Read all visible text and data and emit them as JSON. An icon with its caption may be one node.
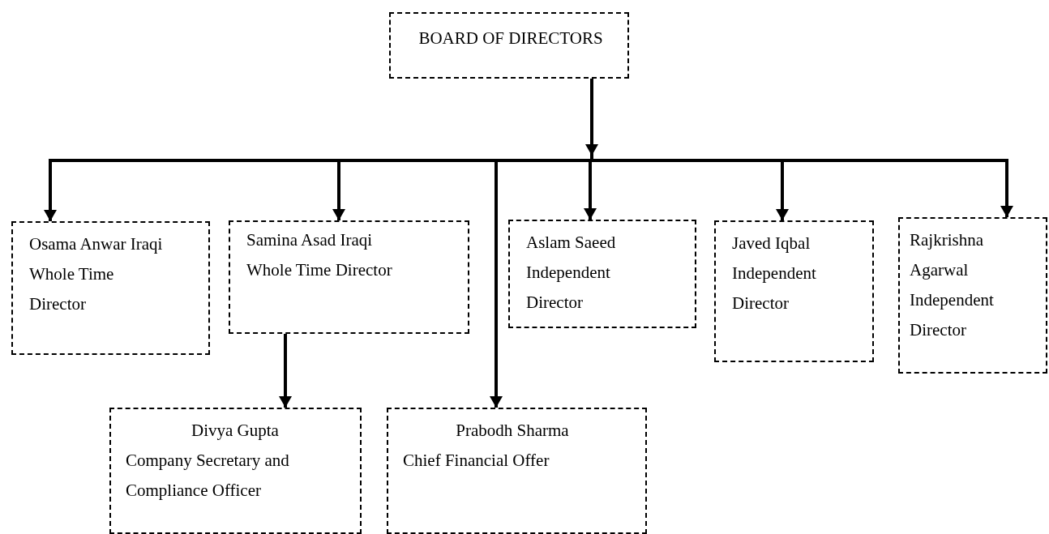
{
  "diagram": {
    "nodes": [
      {
        "text": [
          "BOARD OF DIRECTORS"
        ]
      },
      {
        "text": [
          "Osama Anwar Iraqi",
          "Whole Time Director"
        ]
      },
      {
        "text": [
          "Samina Asad Iraqi",
          "Whole Time Director"
        ]
      },
      {
        "text": [
          "Aslam Saeed",
          "Independent Director"
        ]
      },
      {
        "text": [
          "Javed Iqbal",
          "Independent Director"
        ]
      },
      {
        "text": [
          "Rajkrishna Agarwal",
          "Independent Director"
        ]
      },
      {
        "text": [
          "Divya Gupta",
          "Company Secretary and Compliance Officer"
        ]
      },
      {
        "text": [
          "Prabodh Sharma",
          "Chief Financial Offer"
        ]
      }
    ],
    "edges": [
      {
        "from": 0,
        "to": 1,
        "arrow": "to"
      },
      {
        "from": 0,
        "to": 2,
        "arrow": "to"
      },
      {
        "from": 0,
        "to": 7,
        "arrow": "to"
      },
      {
        "from": 0,
        "to": 3,
        "arrow": "to"
      },
      {
        "from": 0,
        "to": 4,
        "arrow": "to"
      },
      {
        "from": 0,
        "to": 5,
        "arrow": "to"
      },
      {
        "from": 2,
        "to": 6,
        "arrow": "to"
      }
    ]
  }
}
